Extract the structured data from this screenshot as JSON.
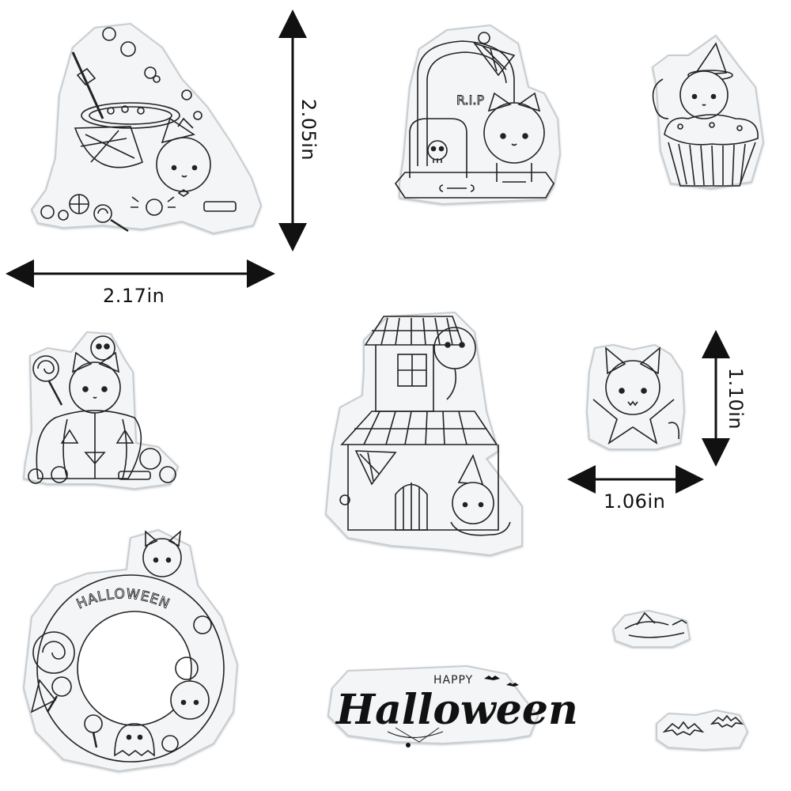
{
  "dimensions": {
    "large_height": "2.05in",
    "large_width": "2.17in",
    "small_height": "1.10in",
    "small_width": "1.06in"
  },
  "stamp_text": {
    "rip": "R.I.P",
    "wreath_word": "HALLOWEEN",
    "happy": "HAPPY",
    "halloween_script": "Halloween"
  },
  "colors": {
    "background": "#ffffff",
    "stamp_fill": "#f3f5f6",
    "stamp_edge": "#c9cdd1",
    "line_art": "#222222"
  },
  "stamps": [
    {
      "name": "witch-cauldron-cat",
      "description_icon": "cauldron-icon"
    },
    {
      "name": "rip-tombstone-cat",
      "description_icon": "tombstone-icon"
    },
    {
      "name": "witch-cat-cupcake",
      "description_icon": "cupcake-icon"
    },
    {
      "name": "pumpkin-cat-skull",
      "description_icon": "pumpkin-icon"
    },
    {
      "name": "haunted-house-cat",
      "description_icon": "house-icon"
    },
    {
      "name": "vampire-cat",
      "description_icon": "vampire-cat-icon"
    },
    {
      "name": "halloween-wreath",
      "description_icon": "wreath-icon"
    },
    {
      "name": "happy-halloween-sentiment",
      "description_icon": "text-icon"
    },
    {
      "name": "witch-hat-broom",
      "description_icon": "witch-hat-icon"
    },
    {
      "name": "bats",
      "description_icon": "bat-icon"
    }
  ]
}
